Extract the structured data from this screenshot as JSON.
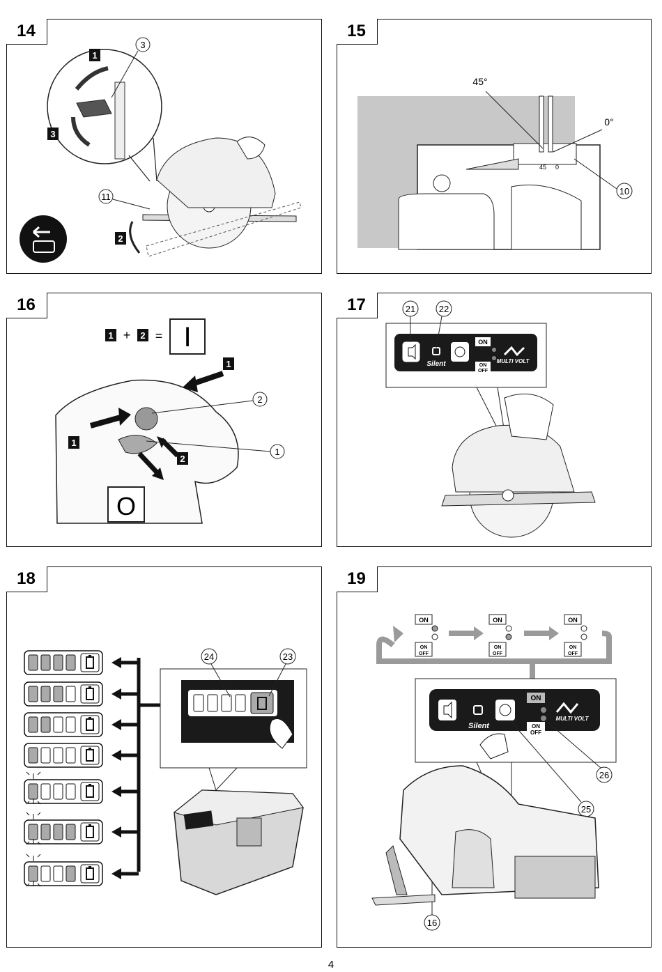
{
  "page_number": "4",
  "figures": [
    {
      "number": "14",
      "callouts": [
        "3",
        "11"
      ],
      "steps": [
        "1",
        "3",
        "2"
      ]
    },
    {
      "number": "15",
      "angle_labels": [
        "45°",
        "0°"
      ],
      "scale_marks": [
        "45",
        "0"
      ],
      "callouts": [
        "10"
      ]
    },
    {
      "number": "16",
      "equation": {
        "left": "1",
        "plus": "+",
        "right": "2",
        "equals": "=",
        "result": "I"
      },
      "steps": [
        "1",
        "1",
        "2"
      ],
      "callouts": [
        "2",
        "1"
      ],
      "off_symbol": "O"
    },
    {
      "number": "17",
      "callouts": [
        "21",
        "22"
      ],
      "panel": {
        "silent_label": "Silent",
        "on_label": "ON",
        "on_off_top": "ON",
        "on_off_bottom": "OFF",
        "brand": "MULTI VOLT"
      }
    },
    {
      "number": "18",
      "callouts": [
        "24",
        "23"
      ],
      "battery_levels": [
        {
          "filled": 4,
          "state": "steady"
        },
        {
          "filled": 3,
          "state": "steady"
        },
        {
          "filled": 2,
          "state": "steady"
        },
        {
          "filled": 1,
          "state": "steady"
        },
        {
          "filled": 1,
          "state": "blinking"
        },
        {
          "filled": 4,
          "state": "blinking"
        },
        {
          "filled": 1,
          "state": "alternating"
        }
      ]
    },
    {
      "number": "19",
      "callouts": [
        "26",
        "25",
        "16"
      ],
      "sequence": [
        {
          "on": "ON",
          "on_off_top": "ON",
          "on_off_bottom": "OFF"
        },
        {
          "on": "ON",
          "on_off_top": "ON",
          "on_off_bottom": "OFF"
        },
        {
          "on": "ON",
          "on_off_top": "ON",
          "on_off_bottom": "OFF"
        }
      ],
      "panel": {
        "silent_label": "Silent",
        "on_label": "ON",
        "on_off_top": "ON",
        "on_off_bottom": "OFF",
        "brand": "MULTI VOLT"
      }
    }
  ],
  "colors": {
    "panel_black": "#1a1a1a",
    "gray_fill": "#c8c8c8",
    "arrow_gray": "#9a9a9a"
  }
}
